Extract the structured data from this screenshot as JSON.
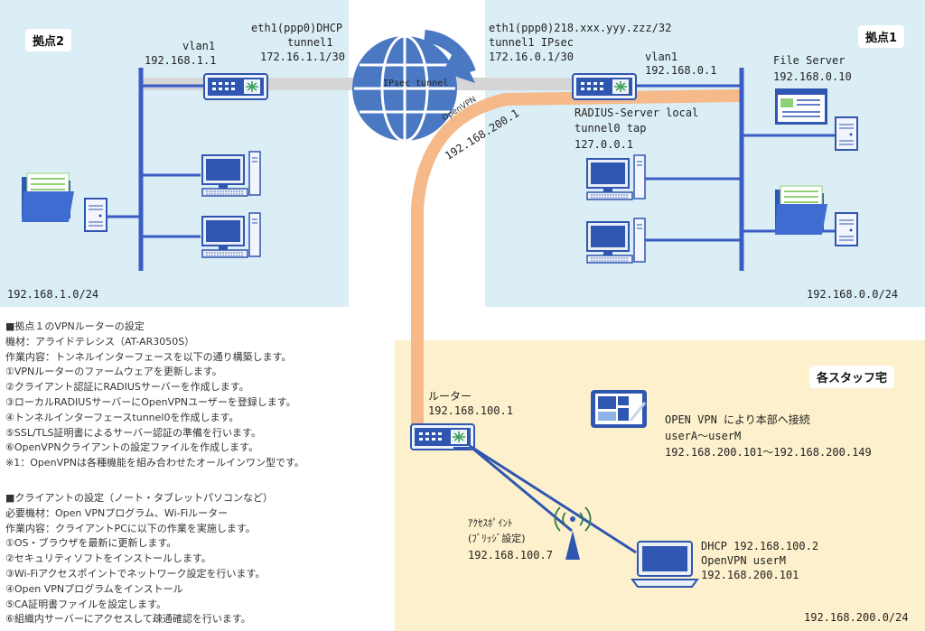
{
  "site2": {
    "title": "拠点2",
    "vlan_label": "vlan1",
    "vlan_ip": "192.168.1.1",
    "subnet": "192.168.1.0/24"
  },
  "site2_wan": {
    "line1": "eth1(ppp0)DHCP",
    "line2": "tunnel1",
    "line3": "172.16.1.1/30"
  },
  "site1_wan": {
    "line1": "eth1(ppp0)218.xxx.yyy.zzz/32",
    "line2": "tunnel1 IPsec",
    "line3": "172.16.0.1/30"
  },
  "site1": {
    "title": "拠点1",
    "vlan_label": "vlan1",
    "vlan_ip": "192.168.0.1",
    "radius_line1": "RADIUS-Server local",
    "radius_line2": "tunnel0 tap",
    "radius_line3": "127.0.0.1",
    "file_server_label": "File Server",
    "file_server_ip": "192.168.0.10",
    "subnet": "192.168.0.0/24"
  },
  "tunnel": {
    "ipsec_label": "IPsec tunnel",
    "openvpn_label": "OpenVPN",
    "openvpn_ip": "192.168.200.1"
  },
  "home": {
    "title": "各スタッフ宅",
    "router_label": "ルーター",
    "router_ip": "192.168.100.1",
    "connect_line1": "OPEN VPN により本部へ接続",
    "connect_line2": "userA～userM",
    "connect_line3": "192.168.200.101～192.168.200.149",
    "ap_line1": "ｱｸｾｽﾎﾟｲﾝﾄ",
    "ap_line2": "(ﾌﾞﾘｯｼﾞ設定)",
    "ap_ip": "192.168.100.7",
    "pc_line1": "DHCP 192.168.100.2",
    "pc_line2": "OpenVPN userM",
    "pc_line3": "192.168.200.101",
    "subnet": "192.168.200.0/24"
  },
  "notes1": [
    "■拠点１のVPNルーターの設定",
    "機材：アライドテレシス（AT-AR3050S）",
    "作業内容：トンネルインターフェースを以下の通り構築します。",
    "①VPNルーターのファームウェアを更新します。",
    "②クライアント認証にRADIUSサーバーを作成します。",
    "③ローカルRADIUSサーバーにOpenVPNユーザーを登録します。",
    "④トンネルインターフェースtunnel0を作成します。",
    "⑤SSL/TLS証明書によるサーバー認証の準備を行います。",
    "⑥OpenVPNクライアントの設定ファイルを作成します。",
    "※1：OpenVPNは各種機能を組み合わせたオールインワン型です。"
  ],
  "notes2": [
    "■クライアントの設定（ノート・タブレットパソコンなど）",
    "必要機材：Open VPNプログラム、Wi-Fiルーター",
    "作業内容：クライアントPCに以下の作業を実施します。",
    "①OS・ブラウザを最新に更新します。",
    "②セキュリティソフトをインストールします。",
    "③Wi-Fiアクセスポイントでネットワーク設定を行います。",
    "④Open VPNプログラムをインストール",
    "⑤CA証明書ファイルを設定します。",
    "⑥組織内サーバーにアクセスして疎通確認を行います。"
  ],
  "colors": {
    "site_bg": "#dbeef5",
    "home_bg": "#fdf0cc",
    "bus": "#3b5cc4",
    "openvpn_tunnel": "#f5b98a",
    "ipsec_tunnel": "#d8d8d8",
    "globe": "#4a78c2"
  }
}
